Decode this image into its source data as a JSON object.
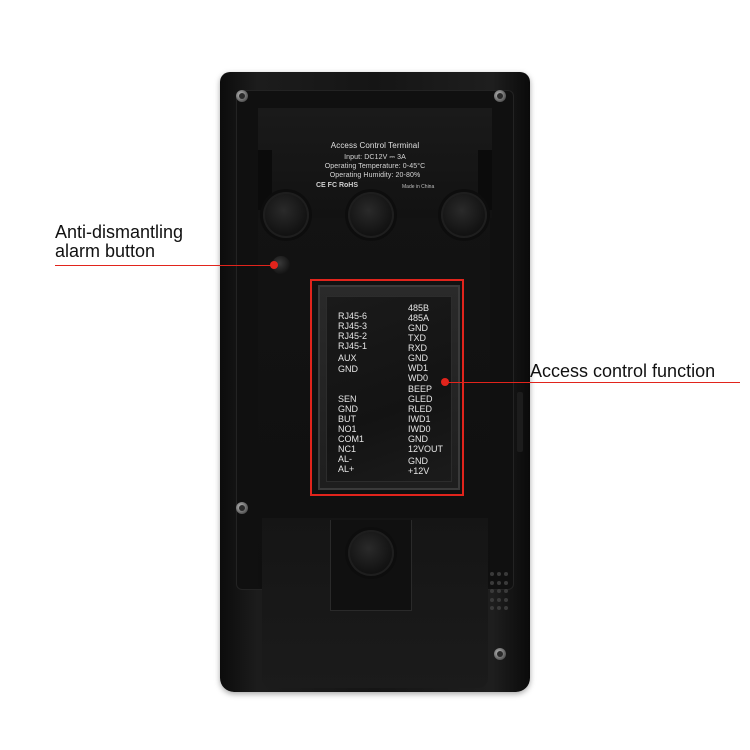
{
  "colors": {
    "accent": "#e1241c",
    "device": "#151515",
    "text_on_device": "#e6e6e6"
  },
  "device_label": {
    "title": "Access Control Terminal",
    "input": "Input: DC12V ⎓ 3A",
    "temperature": "Operating Temperature: 0-45°C",
    "humidity": "Operating Humidity: 20-80%",
    "certifications": "CE FC RoHS",
    "made_in": "Made in China"
  },
  "callouts": {
    "tamper": {
      "line1": "Anti-dismantling",
      "line2": "alarm button"
    },
    "access": {
      "label": "Access control function"
    }
  },
  "terminal": {
    "left_pins": [
      "RJ45-6",
      "RJ45-3",
      "RJ45-2",
      "RJ45-1",
      "AUX",
      "GND",
      "SEN",
      "GND",
      "BUT",
      "NO1",
      "COM1",
      "NC1",
      "AL-",
      "AL+"
    ],
    "right_pins": [
      "485B",
      "485A",
      "GND",
      "TXD",
      "RXD",
      "GND",
      "WD1",
      "WD0",
      "BEEP",
      "GLED",
      "RLED",
      "IWD1",
      "IWD0",
      "GND",
      "12VOUT",
      "GND",
      "+12V"
    ]
  }
}
